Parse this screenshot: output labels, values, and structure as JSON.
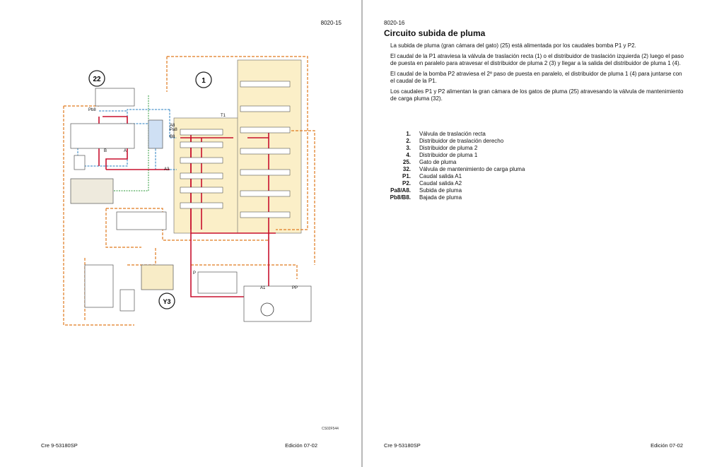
{
  "left_page": {
    "page_number": "8020-15",
    "figure_code": "CS02F544",
    "footer_left": "Cre 9-53180SP",
    "footer_right": "Edición 07-02",
    "diagram_labels": {
      "callout_22": "22",
      "callout_1": "1",
      "callout_y3": "Y3",
      "pb8": "Pb8",
      "pa8": "Pa8",
      "a8": "A8",
      "b8": "B8",
      "a3": "A3",
      "a": "A",
      "b": "B",
      "p": "P",
      "t1": "T1",
      "pp": "PP",
      "a1": "A1"
    }
  },
  "right_page": {
    "page_number": "8020-16",
    "title": "Circuito subida de pluma",
    "paragraphs": [
      "La subida de pluma (gran cámara del gato) (25) está alimentada por los caudales bomba P1 y P2.",
      "El caudal de la P1 atraviesa la válvula de traslación recta (1) o el distribuidor de traslación izquierda (2) luego el paso de puesta en paralelo para atravesar el distribuidor de pluma 2 (3) y llegar a la salida del distribuidor de pluma 1 (4).",
      "El caudal de la bomba P2 atraviesa el 2º paso de puesta en paralelo, el distribuidor de pluma 1 (4) para juntarse con el caudal de la P1.",
      "Los caudales P1 y P2 alimentan la gran cámara de los gatos de pluma (25) atravesando la válvula de mantenimiento de carga pluma (32)."
    ],
    "legend": [
      {
        "key": "1.",
        "label": "Válvula de traslación recta"
      },
      {
        "key": "2.",
        "label": "Distribuidor de traslación derecho"
      },
      {
        "key": "3.",
        "label": "Distribuidor de pluma 2"
      },
      {
        "key": "4.",
        "label": "Distribuidor de pluma 1"
      },
      {
        "key": "25.",
        "label": "Gato de pluma"
      },
      {
        "key": "32.",
        "label": "Válvula de mantenimiento de carga pluma"
      },
      {
        "key": "P1.",
        "label": "Caudal salida A1"
      },
      {
        "key": "P2.",
        "label": "Caudal salida A2"
      },
      {
        "key": "Pa8/A8.",
        "label": "Subida de pluma"
      },
      {
        "key": "Pb8/B8.",
        "label": "Bajada de pluma"
      }
    ],
    "footer_left": "Cre 9-53180SP",
    "footer_right": "Edición 07-02"
  },
  "colors": {
    "pressure_red": "#c8102e",
    "pilot_orange": "#e07a1f",
    "return_blue": "#2a7fc1",
    "drain_green": "#2e9a3a",
    "valve_block_fill": "#fbefc8"
  }
}
